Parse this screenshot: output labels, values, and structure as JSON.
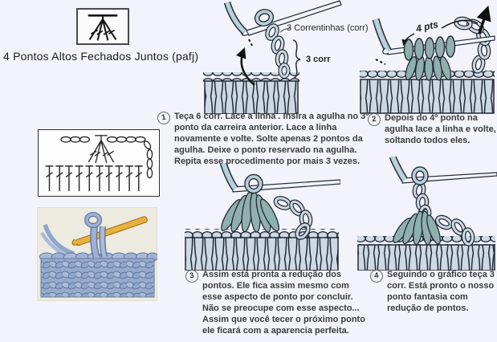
{
  "page": {
    "title": "4 Pontos Altos Fechados Juntos (pafj)"
  },
  "figures": {
    "fig1": {
      "label_chain": "3 Correntinhas (corr)",
      "label_brace": "3 corr"
    },
    "fig2": {
      "label_pts": "4 pts"
    }
  },
  "steps": [
    {
      "num": "1",
      "text": "Teça 6 corr. Lace a linha . Insira a agulha no 3º ponto da carreira anterior. Lace a linha novamente e volte. Solte apenas 2 pontos da agulha. Deixe o ponto reservado na agulha. Repita esse procedimento por mais 3 vezes."
    },
    {
      "num": "2",
      "text": "Depois do 4º ponto na agulha lace a linha e volte, soltando todos eles."
    },
    {
      "num": "3",
      "text": "Assim está pronta a redução dos pontos. Ele fica assim mesmo com esse aspecto de ponto por concluir. Não se preocupe com esse aspecto... Assim que você tecer o próximo ponto ele ficará com a aparencia perfeita."
    },
    {
      "num": "4",
      "text": "Seguindo o gráfico teça 3 corr. Está pronto o nosso ponto fantasia com redução de pontos."
    }
  ],
  "colors": {
    "background": "#f3f4fb",
    "outline": "#232a38",
    "stitch_light": "#cdd9e3",
    "cluster_teal": "#8fb0ad",
    "needle_metal": "#f1f4f7",
    "hook_shaft_blue": "#b9cfda",
    "photo_yarn_blue": "#8fa7cb",
    "photo_hook_orange": "#e8b13f"
  }
}
